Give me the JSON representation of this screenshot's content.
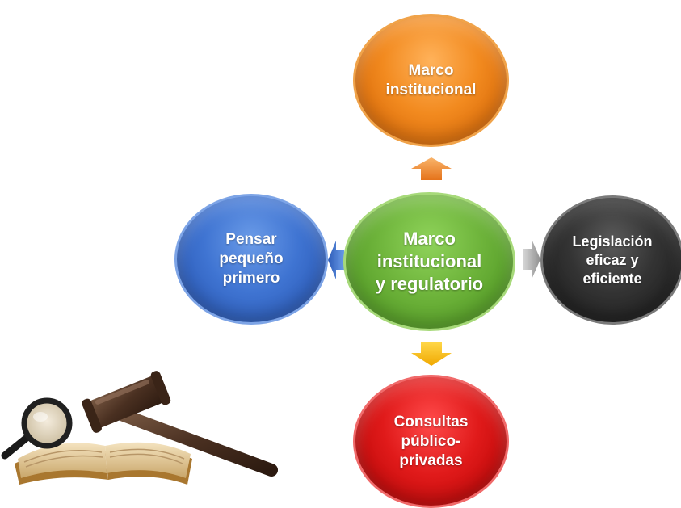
{
  "diagram": {
    "center": {
      "label": "Marco\ninstitucional\ny regulatorio",
      "color": "#6db33a"
    },
    "top": {
      "label": "Marco\ninstitucional",
      "color": "#f28a1f"
    },
    "left": {
      "label": "Pensar\npequeño\nprimero",
      "color": "#3f74d2"
    },
    "right": {
      "label": "Legislación\neficaz y\neficiente",
      "color": "#333333"
    },
    "bottom": {
      "label": "Consultas\npúblico-\nprivadas",
      "color": "#e01a1a"
    },
    "arrows": {
      "up_color": "#f28a1f",
      "left_color": "#3f74d2",
      "right_color": "#a6a6a6",
      "down_color": "#f2b600"
    },
    "image": {
      "icon": "gavel-on-book-with-magnifier-icon"
    }
  }
}
